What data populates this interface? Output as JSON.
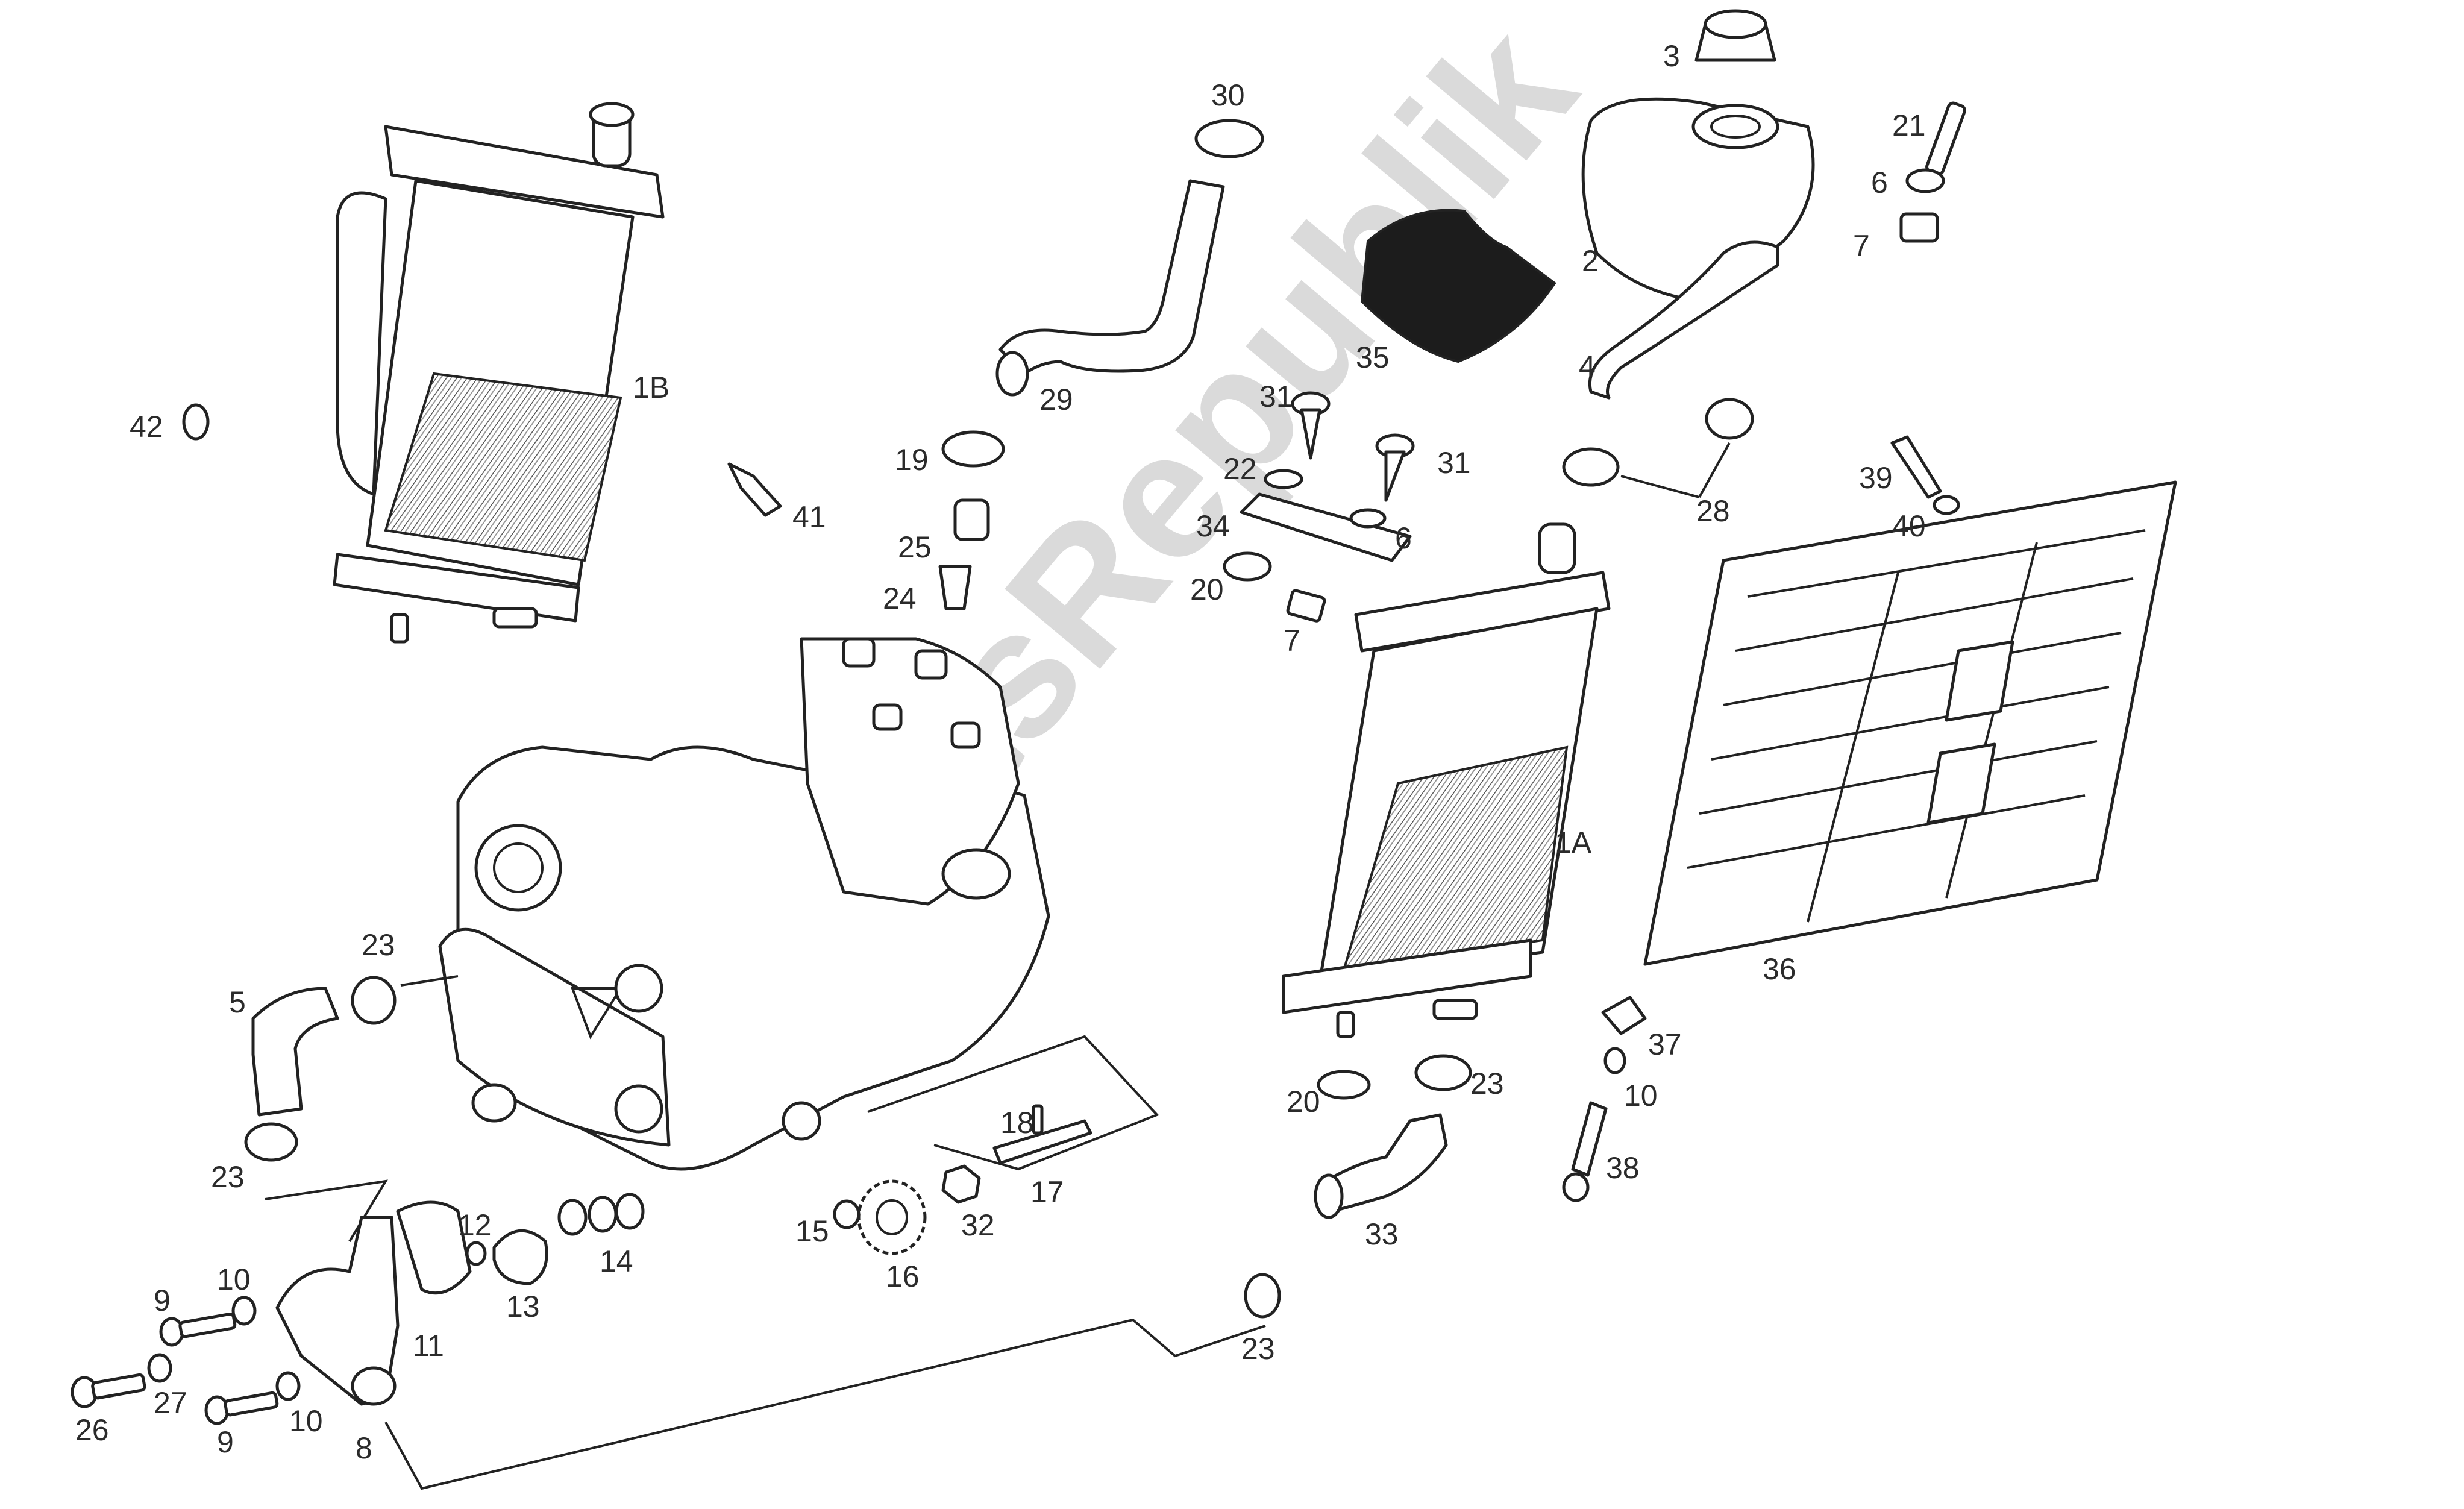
{
  "diagram": {
    "watermark": "PartsRepublik",
    "callouts": [
      {
        "id": "c3",
        "text": "3"
      },
      {
        "id": "c30",
        "text": "30"
      },
      {
        "id": "c21",
        "text": "21"
      },
      {
        "id": "c6a",
        "text": "6"
      },
      {
        "id": "c7a",
        "text": "7"
      },
      {
        "id": "c2",
        "text": "2"
      },
      {
        "id": "c35",
        "text": "35"
      },
      {
        "id": "c4",
        "text": "4"
      },
      {
        "id": "c29",
        "text": "29"
      },
      {
        "id": "c1B",
        "text": "1B"
      },
      {
        "id": "c42",
        "text": "42"
      },
      {
        "id": "c19",
        "text": "19"
      },
      {
        "id": "c41",
        "text": "41"
      },
      {
        "id": "c31a",
        "text": "31"
      },
      {
        "id": "c22",
        "text": "22"
      },
      {
        "id": "c31b",
        "text": "31"
      },
      {
        "id": "c28",
        "text": "28"
      },
      {
        "id": "c39",
        "text": "39"
      },
      {
        "id": "c40",
        "text": "40"
      },
      {
        "id": "c25",
        "text": "25"
      },
      {
        "id": "c34",
        "text": "34"
      },
      {
        "id": "c6b",
        "text": "6"
      },
      {
        "id": "c20a",
        "text": "20"
      },
      {
        "id": "c24",
        "text": "24"
      },
      {
        "id": "c7b",
        "text": "7"
      },
      {
        "id": "c1A",
        "text": "1A"
      },
      {
        "id": "c36",
        "text": "36"
      },
      {
        "id": "c23a",
        "text": "23"
      },
      {
        "id": "c5",
        "text": "5"
      },
      {
        "id": "c37",
        "text": "37"
      },
      {
        "id": "c20b",
        "text": "20"
      },
      {
        "id": "c23b",
        "text": "23"
      },
      {
        "id": "c10a",
        "text": "10"
      },
      {
        "id": "c18",
        "text": "18"
      },
      {
        "id": "c17",
        "text": "17"
      },
      {
        "id": "c23c",
        "text": "23"
      },
      {
        "id": "c38",
        "text": "38"
      },
      {
        "id": "c12",
        "text": "12"
      },
      {
        "id": "c14",
        "text": "14"
      },
      {
        "id": "c15",
        "text": "15"
      },
      {
        "id": "c32",
        "text": "32"
      },
      {
        "id": "c33",
        "text": "33"
      },
      {
        "id": "c16",
        "text": "16"
      },
      {
        "id": "c10b",
        "text": "10"
      },
      {
        "id": "c9a",
        "text": "9"
      },
      {
        "id": "c13",
        "text": "13"
      },
      {
        "id": "c11",
        "text": "11"
      },
      {
        "id": "c23d",
        "text": "23"
      },
      {
        "id": "c27",
        "text": "27"
      },
      {
        "id": "c26",
        "text": "26"
      },
      {
        "id": "c10c",
        "text": "10"
      },
      {
        "id": "c9b",
        "text": "9"
      },
      {
        "id": "c8",
        "text": "8"
      }
    ]
  }
}
